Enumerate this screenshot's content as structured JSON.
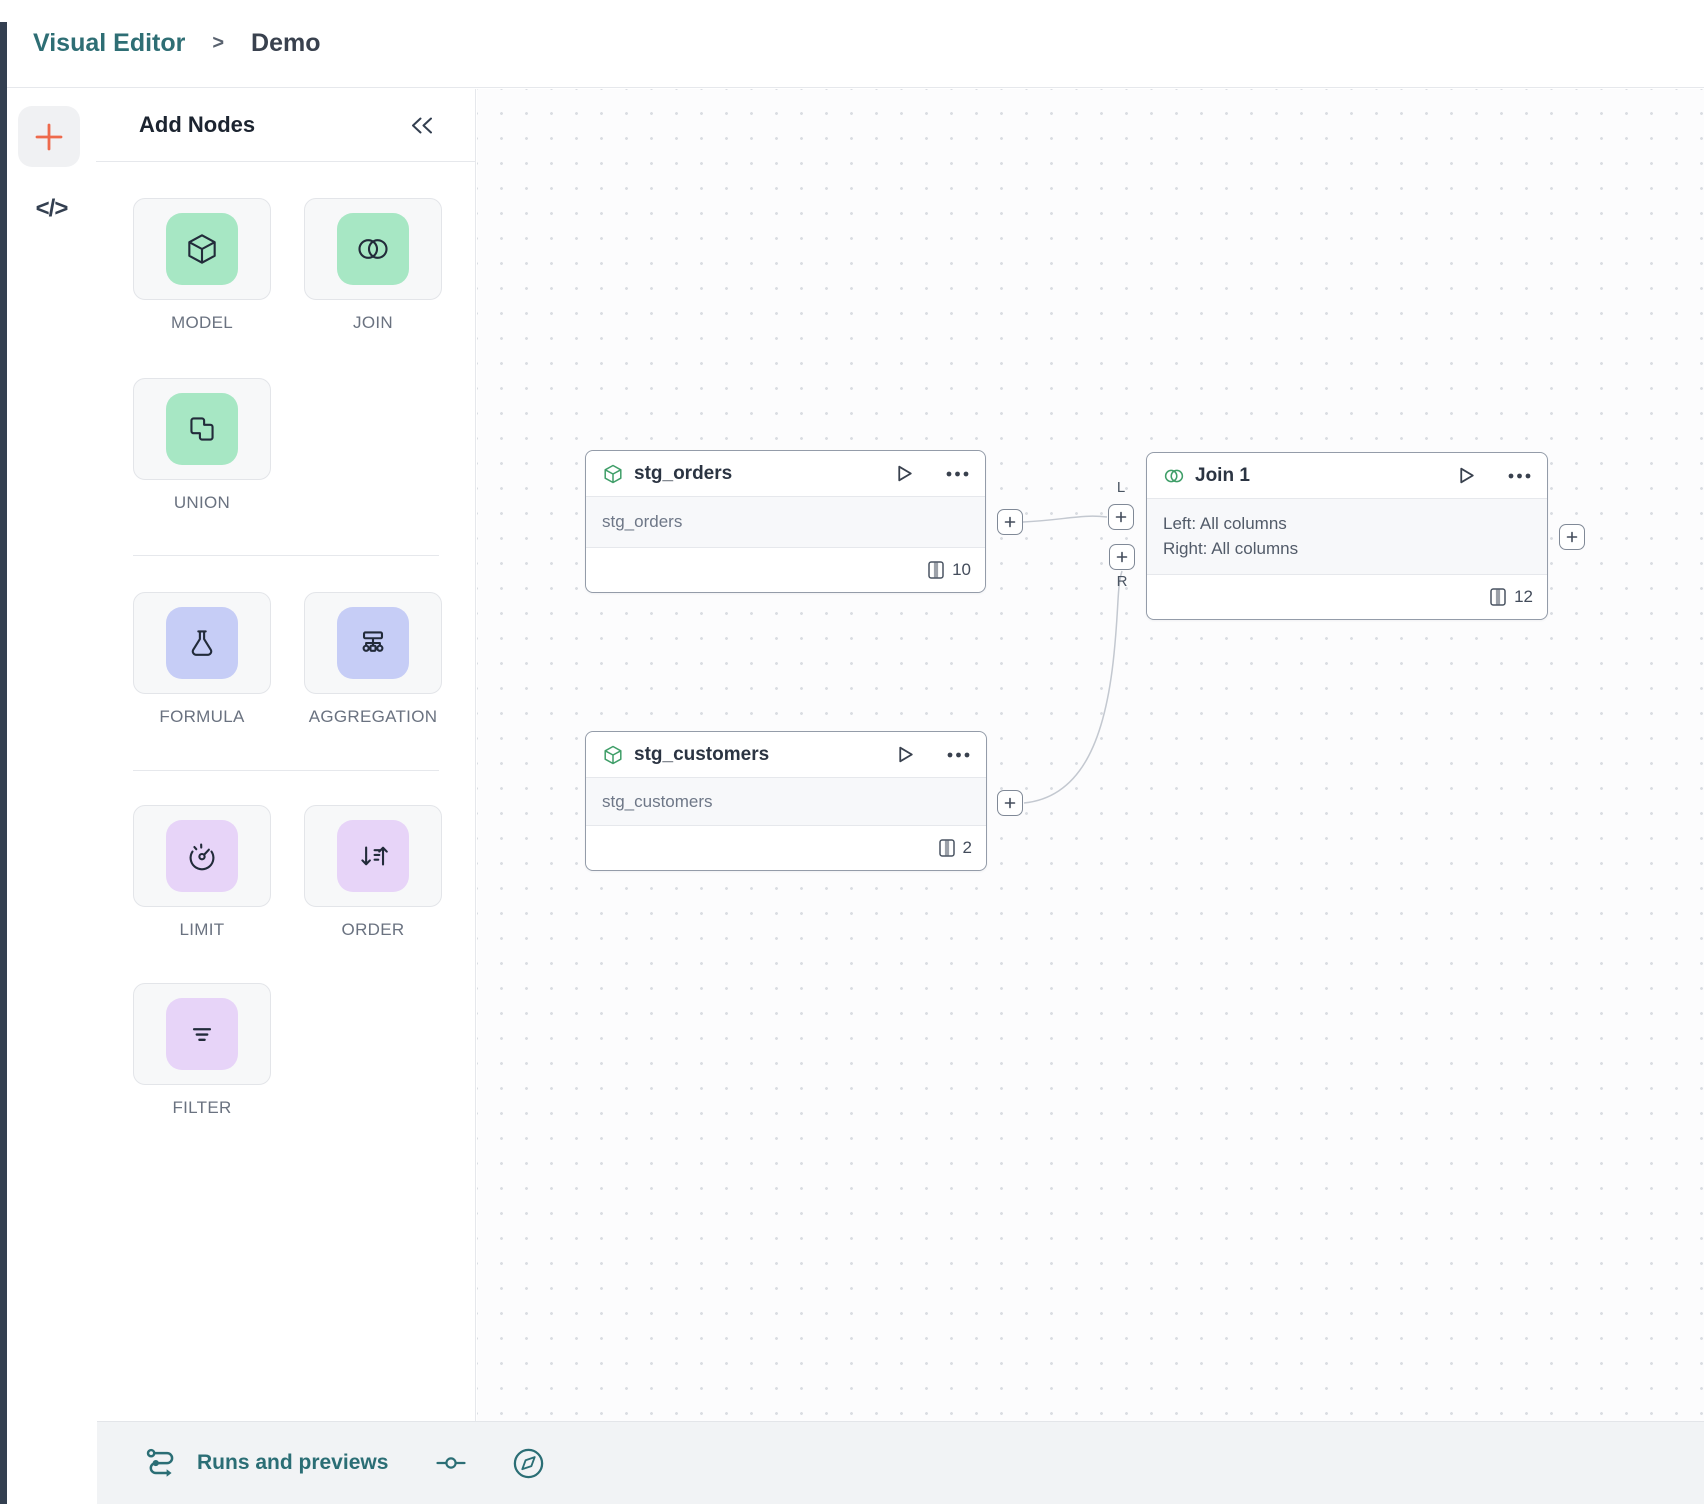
{
  "breadcrumb": {
    "section": "Visual Editor",
    "separator": ">",
    "page": "Demo"
  },
  "rail": {
    "add_icon": "plus-icon",
    "code_glyph": "</>"
  },
  "panel": {
    "title": "Add Nodes",
    "collapse_icon": "chevrons-left-icon",
    "tiles": [
      {
        "label": "MODEL",
        "icon": "cube-icon",
        "color": "green"
      },
      {
        "label": "JOIN",
        "icon": "venn-icon",
        "color": "green"
      },
      {
        "label": "UNION",
        "icon": "union-icon",
        "color": "green"
      },
      {
        "label": "FORMULA",
        "icon": "flask-icon",
        "color": "blue"
      },
      {
        "label": "AGGREGATION",
        "icon": "hierarchy-icon",
        "color": "blue"
      },
      {
        "label": "LIMIT",
        "icon": "gauge-icon",
        "color": "purple"
      },
      {
        "label": "ORDER",
        "icon": "sort-icon",
        "color": "purple"
      },
      {
        "label": "FILTER",
        "icon": "filter-icon",
        "color": "purple"
      }
    ]
  },
  "canvas": {
    "nodes": [
      {
        "title": "stg_orders",
        "type_icon": "cube-icon",
        "body": "stg_orders",
        "columns_count": "10"
      },
      {
        "title": "stg_customers",
        "type_icon": "cube-icon",
        "body": "stg_customers",
        "columns_count": "2"
      },
      {
        "title": "Join 1",
        "type_icon": "venn-icon",
        "lines": [
          "Left: All columns",
          "Right: All columns"
        ],
        "columns_count": "12",
        "ports": {
          "left": "L",
          "right": "R"
        }
      }
    ]
  },
  "bottombar": {
    "runs_label": "Runs and previews",
    "icons": [
      "route-icon",
      "commit-icon",
      "compass-icon"
    ]
  },
  "colors": {
    "brand_teal": "#2e6e74",
    "accent_orange": "#ee6a4c",
    "tile_green": "#a7e7c4",
    "tile_blue": "#c6cdf6",
    "tile_purple": "#e7d4f8",
    "node_icon_green": "#3f9e68",
    "edge_gray": "#c3c8d0"
  }
}
